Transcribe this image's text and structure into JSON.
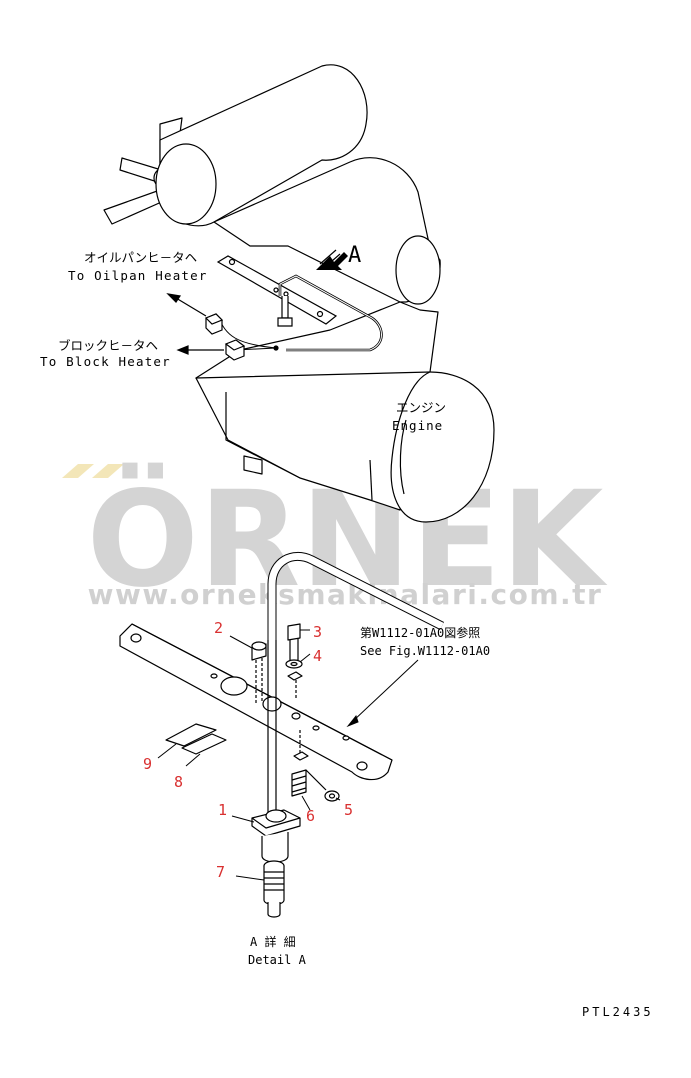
{
  "diagram": {
    "view_marker": "A",
    "labels": {
      "oilpan_jp": "オイルパンヒ－タヘ",
      "oilpan_en": "To Oilpan Heater",
      "block_jp": "ブロックヒ－タヘ",
      "block_en": "To Block Heater",
      "engine_jp": "エンジン",
      "engine_en": "Engine",
      "see_fig_jp": "第W1112-01A0図参照",
      "see_fig_en": "See Fig.W1112-01A0",
      "detail_jp": "A 詳 細",
      "detail_en": "Detail A",
      "drawing_code": "PTL2435"
    },
    "part_numbers": [
      "1",
      "2",
      "3",
      "4",
      "5",
      "6",
      "7",
      "8",
      "9"
    ],
    "part_number_color": "#d93030"
  },
  "watermark": {
    "brand": "ÖRNEK",
    "url": "www.orneksmakinalari.com.tr",
    "text_color": "#d4d4d4",
    "accent_color": "#f3e6b8"
  }
}
